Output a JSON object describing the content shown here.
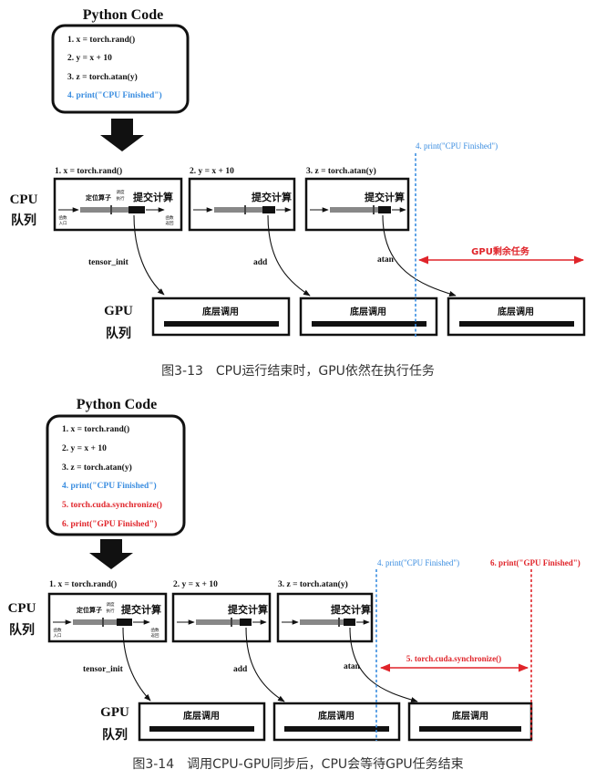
{
  "colors": {
    "blue": "#3a8de0",
    "red": "#e0242a",
    "text": "#111111",
    "caption": "#333333"
  },
  "fig1": {
    "code_title": "Python Code",
    "code_lines": [
      "1. x = torch.rand()",
      "2. y = x + 10",
      "3. z = torch.atan(y)",
      "4. print(\"CPU Finished\")"
    ],
    "cpu_label": [
      "CPU",
      "队列"
    ],
    "gpu_label": [
      "GPU",
      "队列"
    ],
    "cpu_ops": [
      "1. x = torch.rand()",
      "2. y = x + 10",
      "3. z = torch.atan(y)"
    ],
    "box_texts": {
      "locate": "定位算子",
      "dispatch": [
        "调度",
        "执行"
      ],
      "submit": "提交计算",
      "enter": [
        "函数",
        "入口"
      ],
      "return": [
        "函数",
        "返回"
      ]
    },
    "kernels": [
      "tensor_init",
      "add",
      "atan"
    ],
    "gpu_box_label": "底层调用",
    "blue_marker": "4. print(\"CPU Finished\")",
    "red_arrow_label": "GPU剩余任务",
    "caption": "图3-13　CPU运行结束时，GPU依然在执行任务"
  },
  "fig2": {
    "code_title": "Python Code",
    "code_lines": [
      "1. x = torch.rand()",
      "2. y = x + 10",
      "3. z = torch.atan(y)",
      "4. print(\"CPU Finished\")",
      "5. torch.cuda.synchronize()",
      "6. print(\"GPU Finished\")"
    ],
    "cpu_label": [
      "CPU",
      "队列"
    ],
    "gpu_label": [
      "GPU",
      "队列"
    ],
    "cpu_ops": [
      "1. x = torch.rand()",
      "2. y = x + 10",
      "3. z = torch.atan(y)"
    ],
    "box_texts": {
      "locate": "定位算子",
      "dispatch": [
        "调度",
        "执行"
      ],
      "submit": "提交计算",
      "enter": [
        "函数",
        "入口"
      ],
      "return": [
        "函数",
        "返回"
      ]
    },
    "kernels": [
      "tensor_init",
      "add",
      "atan"
    ],
    "gpu_box_label": "底层调用",
    "blue_marker": "4. print(\"CPU Finished\")",
    "red_marker": "6. print(\"GPU Finished\")",
    "red_arrow_label": "5. torch.cuda.synchronize()",
    "caption": "图3-14　调用CPU-GPU同步后，CPU会等待GPU任务结束"
  }
}
